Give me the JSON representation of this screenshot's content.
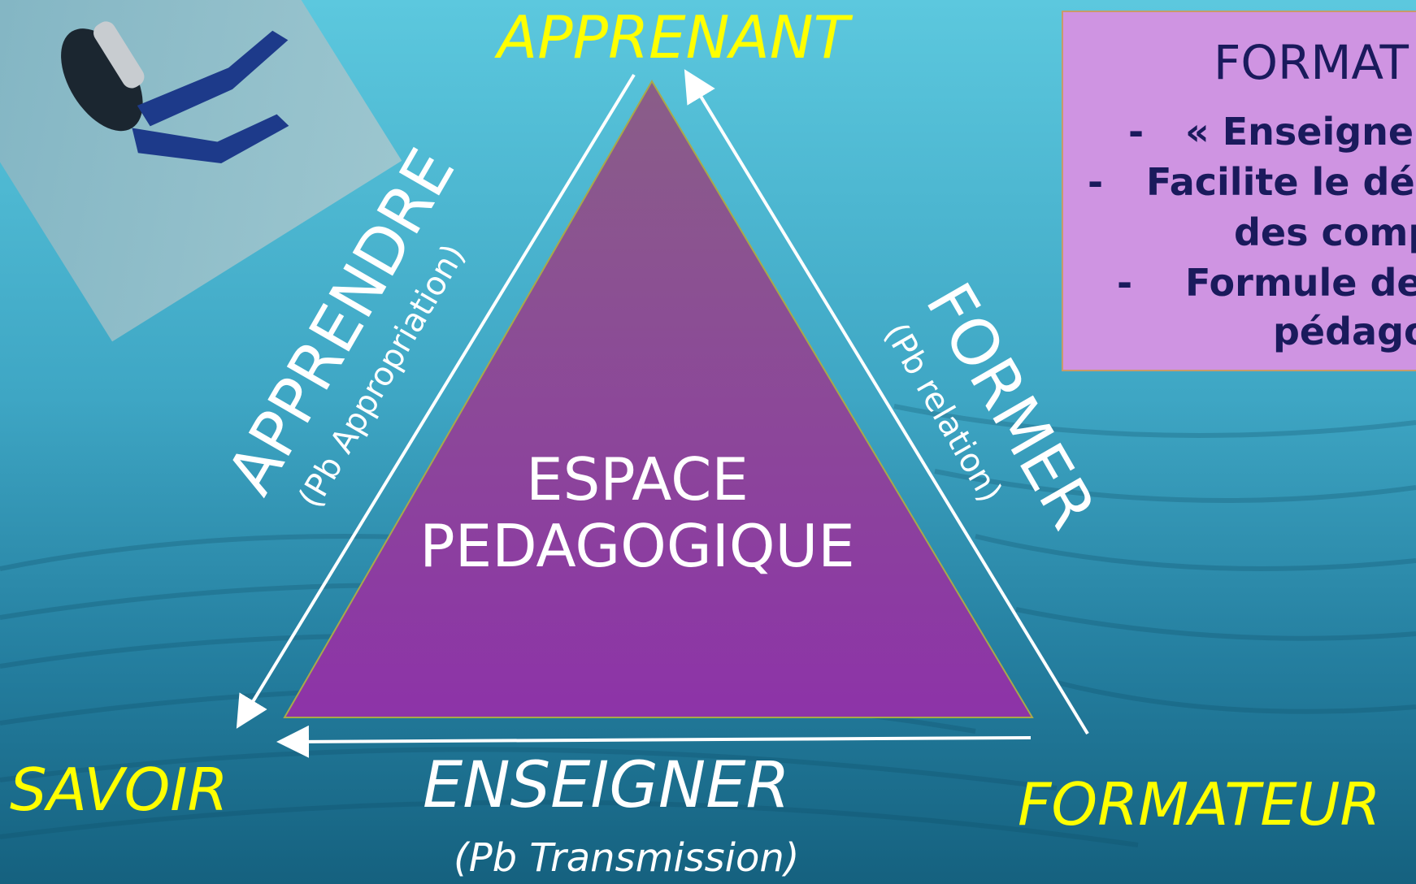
{
  "vertices": {
    "top": "APPRENANT",
    "left": "SAVOIR",
    "right": "FORMATEUR"
  },
  "edges": {
    "left": {
      "label": "APPRENDRE",
      "sub": "(Pb Appropriation)"
    },
    "right": {
      "label": "FORMER",
      "sub": "(Pb relation)"
    },
    "bottom": {
      "label": "ENSEIGNER",
      "sub": "(Pb Transmission)"
    }
  },
  "center": {
    "line1": "ESPACE",
    "line2": "PEDAGOGIQUE"
  },
  "info_box": {
    "title": "FORMAT",
    "lines": [
      {
        "bullet": "-",
        "text": "« Enseigne"
      },
      {
        "bullet": "-",
        "text": "Facilite le dé"
      },
      {
        "bullet": "",
        "text": "des comp"
      },
      {
        "bullet": "-",
        "text": "Formule de"
      },
      {
        "bullet": "",
        "text": "pédago"
      }
    ]
  },
  "colors": {
    "vertex_text": "#ffff00",
    "edge_text": "#ffffff",
    "triangle_top": "#8a5e88",
    "triangle_bottom": "#8d33a8",
    "box_bg": "#cf94e2",
    "box_text": "#1a1a5c"
  }
}
